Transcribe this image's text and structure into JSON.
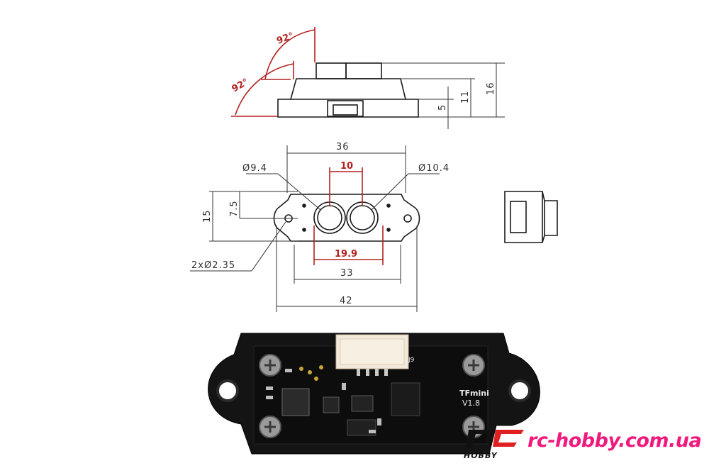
{
  "top_view": {
    "angle_upper": "92°",
    "angle_lower": "92°",
    "height_5": "5",
    "height_11": "11",
    "height_16": "16"
  },
  "front_view": {
    "width_36": "36",
    "lens_left_diameter": "Ø9.4",
    "lens_right_diameter": "Ø10.4",
    "lens_spacing": "10",
    "height_15": "15",
    "height_7_5": "7.5",
    "lens_span": "19.9",
    "width_33": "33",
    "width_42": "42",
    "hole_diameter": "2xØ2.35"
  },
  "photo": {
    "label_model": "TFmini",
    "label_version": "V1.8",
    "label_connector": "J9"
  },
  "brand": {
    "url": "rc-hobby.com.ua",
    "word": "HOBBY",
    "logo_letters": "RC"
  },
  "colors": {
    "drawing_line": "#1a1a1a",
    "red_dimension": "#b32121",
    "brand_pink": "#f0197d",
    "pcb_black": "#111111"
  }
}
